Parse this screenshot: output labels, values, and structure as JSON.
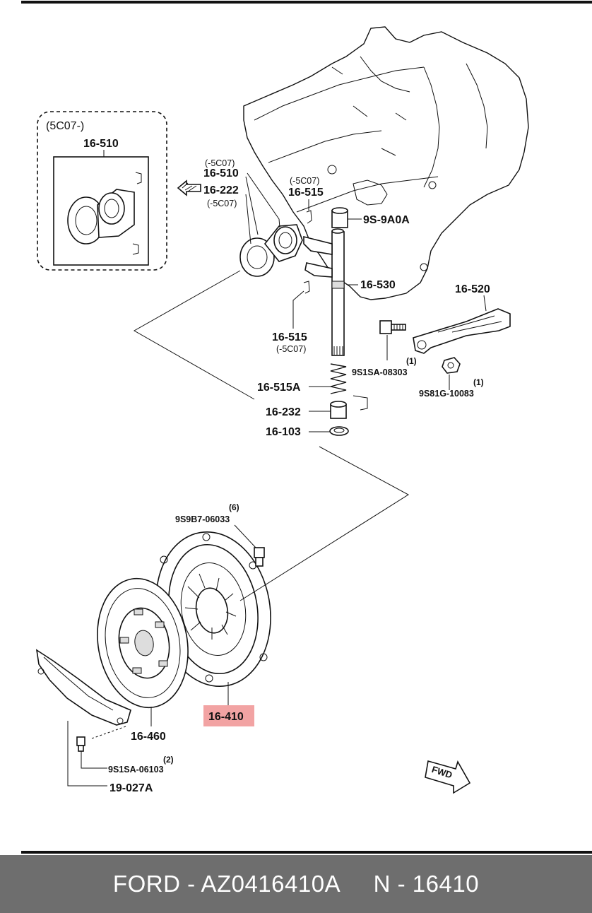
{
  "callouts": {
    "variant_box_title": "(5C07-)",
    "box_16_510": "16-510",
    "r_16_510_note": "(-5C07)",
    "r_16_510": "16-510",
    "r_16_222": "16-222",
    "r_16_222_note": "(-5C07)",
    "r_16_515_top_note": "(-5C07)",
    "r_16_515_top": "16-515",
    "r_9s_9a0a": "9S-9A0A",
    "r_16_530": "16-530",
    "r_16_520": "16-520",
    "r_16_515_bot": "16-515",
    "r_16_515_bot_note": "(-5C07)",
    "r_bolt_qty": "(1)",
    "r_9s1sa_08303": "9S1SA-08303",
    "r_nut_qty": "(1)",
    "r_9s81g_10083": "9S81G-10083",
    "r_16_515a": "16-515A",
    "r_16_232": "16-232",
    "r_16_103": "16-103",
    "r_cover_bolt_qty": "(6)",
    "r_9s9b7_06033": "9S9B7-06033",
    "r_16_410": "16-410",
    "r_16_460": "16-460",
    "r_plate_bolt_qty": "(2)",
    "r_9s1sa_06103": "9S1SA-06103",
    "r_19_027a": "19-027A",
    "fwd": "FWD"
  },
  "highlight_color": "#f2a3a3",
  "footer": {
    "brand": "FORD",
    "sep1": " - ",
    "part_number": "AZ0416410A",
    "gap": "     ",
    "ref_prefix": "N",
    "sep2": " - ",
    "ref_number": "16410"
  },
  "footer_color": "#6e6e6e"
}
